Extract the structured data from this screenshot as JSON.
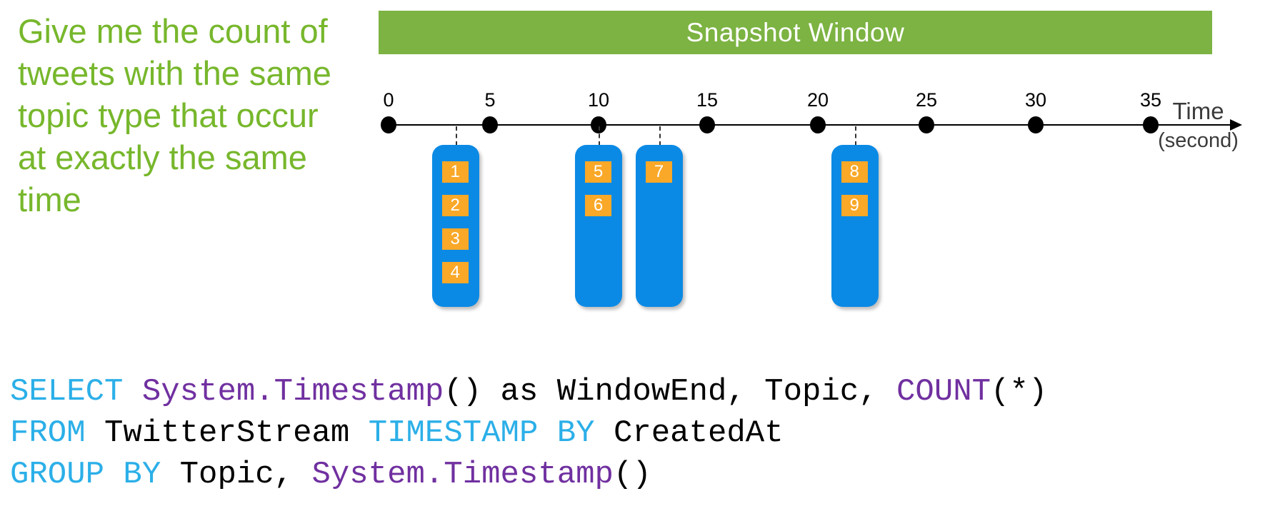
{
  "note": {
    "lines": [
      "Give me the count of",
      "tweets with the same",
      "topic type that occur",
      "at exactly the same",
      "time"
    ]
  },
  "banner": {
    "label": "Snapshot Window",
    "color": "#7CB342"
  },
  "timeline": {
    "ticks": [
      "0",
      "5",
      "10",
      "15",
      "20",
      "25",
      "30",
      "35"
    ],
    "axis_label": {
      "line1": "Time",
      "line2": "(second)"
    }
  },
  "event_groups": [
    {
      "time_seconds": 3.3,
      "events": [
        "1",
        "2",
        "3",
        "4"
      ]
    },
    {
      "time_seconds": 10,
      "events": [
        "5",
        "6"
      ]
    },
    {
      "time_seconds": 12.8,
      "events": [
        "7"
      ]
    },
    {
      "time_seconds": 21.7,
      "events": [
        "8",
        "9"
      ]
    }
  ],
  "code": {
    "lines": [
      {
        "tokens": [
          {
            "t": "SELECT",
            "c": "keyword"
          },
          {
            "t": " ",
            "c": "plain"
          },
          {
            "t": "System.Timestamp",
            "c": "function"
          },
          {
            "t": "() as WindowEnd, Topic, ",
            "c": "plain"
          },
          {
            "t": "COUNT",
            "c": "function"
          },
          {
            "t": "(*)",
            "c": "plain"
          }
        ]
      },
      {
        "tokens": [
          {
            "t": "FROM",
            "c": "keyword"
          },
          {
            "t": " TwitterStream ",
            "c": "plain"
          },
          {
            "t": "TIMESTAMP BY",
            "c": "keyword"
          },
          {
            "t": " CreatedAt",
            "c": "plain"
          }
        ]
      },
      {
        "tokens": [
          {
            "t": "GROUP BY",
            "c": "keyword"
          },
          {
            "t": " Topic, ",
            "c": "plain"
          },
          {
            "t": "System.Timestamp",
            "c": "function"
          },
          {
            "t": "()",
            "c": "plain"
          }
        ]
      }
    ]
  },
  "colors": {
    "note_green": "#77B72C",
    "banner_green": "#7CB342",
    "event_blue": "#0B8AE5",
    "badge_orange": "#F9A828",
    "code_keyword": "#2BAFE8",
    "code_function": "#7030A0",
    "code_plain": "#000000"
  }
}
